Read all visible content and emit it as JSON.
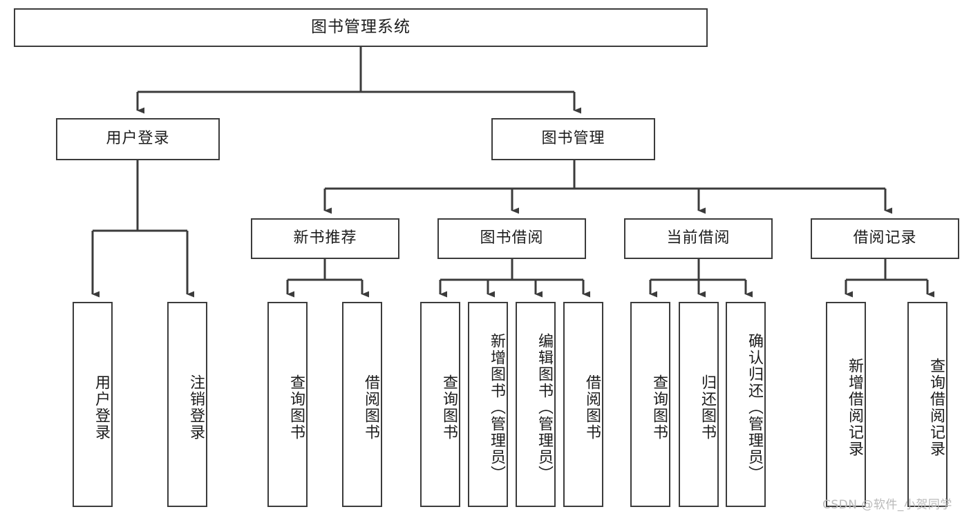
{
  "diagram": {
    "title": "图书管理系统",
    "type": "tree",
    "root": {
      "id": "root",
      "label": "图书管理系统"
    },
    "level2": [
      {
        "id": "user-login",
        "label": "用户登录"
      },
      {
        "id": "book-manage",
        "label": "图书管理"
      }
    ],
    "level3": [
      {
        "id": "new-book-recommend",
        "label": "新书推荐",
        "parent": "book-manage"
      },
      {
        "id": "book-borrow",
        "label": "图书借阅",
        "parent": "book-manage"
      },
      {
        "id": "current-borrow",
        "label": "当前借阅",
        "parent": "book-manage"
      },
      {
        "id": "borrow-record",
        "label": "借阅记录",
        "parent": "book-manage"
      }
    ],
    "leaves": [
      {
        "id": "leaf-user-login",
        "label": "用户登录",
        "parent": "user-login"
      },
      {
        "id": "leaf-user-logout",
        "label": "注销登录",
        "parent": "user-login"
      },
      {
        "id": "leaf-query-book-1",
        "label": "查询图书",
        "parent": "new-book-recommend"
      },
      {
        "id": "leaf-borrow-book-1",
        "label": "借阅图书",
        "parent": "new-book-recommend"
      },
      {
        "id": "leaf-query-book-2",
        "label": "查询图书",
        "parent": "book-borrow"
      },
      {
        "id": "leaf-add-book",
        "label": "新增图书（管理员）",
        "parent": "book-borrow"
      },
      {
        "id": "leaf-edit-book",
        "label": "编辑图书（管理员）",
        "parent": "book-borrow"
      },
      {
        "id": "leaf-borrow-book-2",
        "label": "借阅图书",
        "parent": "book-borrow"
      },
      {
        "id": "leaf-query-book-3",
        "label": "查询图书",
        "parent": "current-borrow"
      },
      {
        "id": "leaf-return-book",
        "label": "归还图书",
        "parent": "current-borrow"
      },
      {
        "id": "leaf-confirm-return",
        "label": "确认归还（管理员）",
        "parent": "current-borrow"
      },
      {
        "id": "leaf-add-record",
        "label": "新增借阅记录",
        "parent": "borrow-record"
      },
      {
        "id": "leaf-query-record",
        "label": "查询借阅记录",
        "parent": "borrow-record"
      }
    ],
    "watermark": "CSDN @软件_小贺同学",
    "colors": {
      "border": "#3b3b3b",
      "text": "#1c1c1c",
      "background": "#ffffff",
      "connector": "#3b3b3b",
      "watermark": "#b9b9b9"
    }
  }
}
